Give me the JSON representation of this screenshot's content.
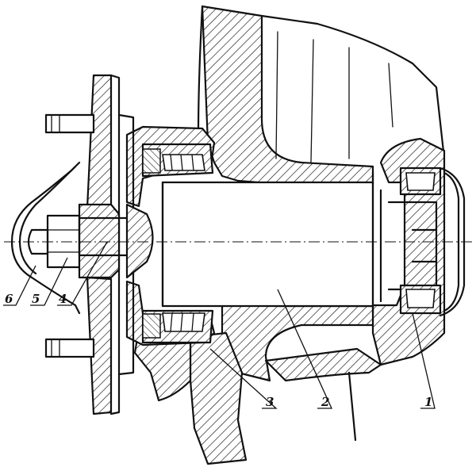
{
  "figure": {
    "callouts": [
      "1",
      "2",
      "3",
      "4",
      "5",
      "6"
    ]
  },
  "colors": {
    "ink": "#111111",
    "paper": "#ffffff"
  }
}
